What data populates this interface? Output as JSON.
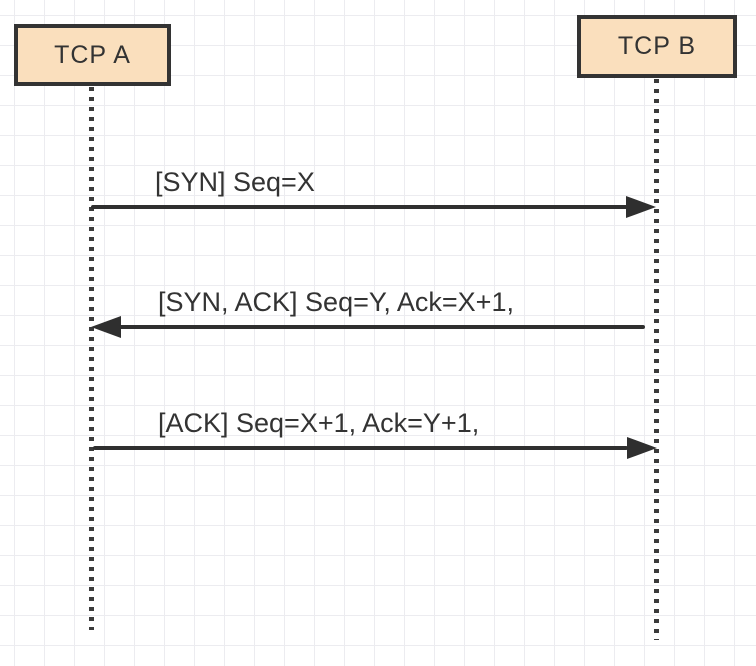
{
  "diagram": {
    "type": "sequence-diagram",
    "subject": "TCP three-way handshake",
    "actors": [
      {
        "id": "tcp-a",
        "label": "TCP A"
      },
      {
        "id": "tcp-b",
        "label": "TCP B"
      }
    ],
    "messages": [
      {
        "label": "[SYN] Seq=X",
        "from": "TCP A",
        "to": "TCP B",
        "direction": "right"
      },
      {
        "label": "[SYN, ACK] Seq=Y, Ack=X+1,",
        "from": "TCP B",
        "to": "TCP A",
        "direction": "left"
      },
      {
        "label": "[ACK] Seq=X+1, Ack=Y+1,",
        "from": "TCP A",
        "to": "TCP B",
        "direction": "right"
      }
    ],
    "colors": {
      "actor_fill": "#fadfbd",
      "actor_border": "#333333",
      "arrow": "#2f2f2f",
      "lifeline_dots": "#3a3a3a",
      "text": "#333333",
      "grid_line": "#ececf0",
      "background": "#ffffff"
    }
  }
}
